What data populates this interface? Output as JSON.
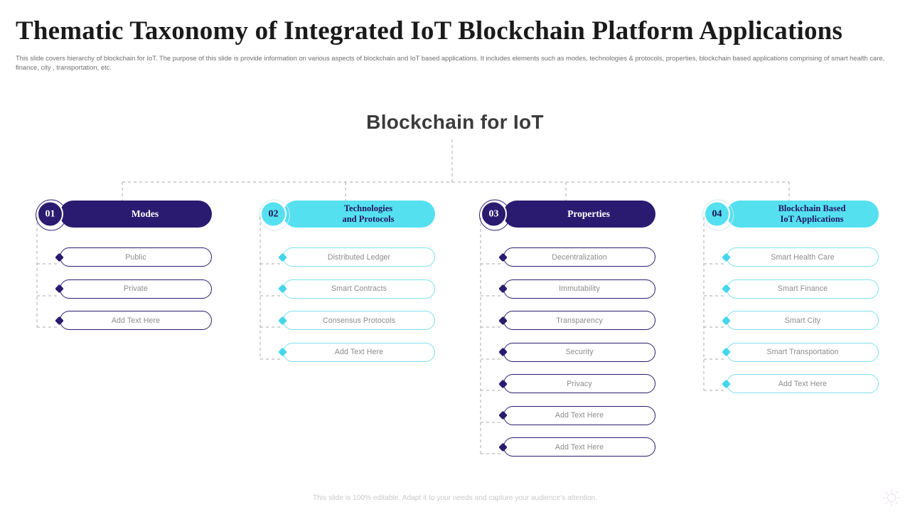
{
  "header": {
    "title": "Thematic Taxonomy of Integrated IoT Blockchain Platform Applications",
    "subtitle": "This slide covers hierarchy of blockchain for IoT.  The purpose of this slide is provide information on various aspects of blockchain and IoT based applications. It includes elements such as modes, technologies & protocols, properties, blockchain based applications comprising of smart health care, finance, city , transportation, etc."
  },
  "root": {
    "label": "Blockchain for IoT"
  },
  "colors": {
    "navy": "#2b1b70",
    "cyan": "#55e0f0",
    "item_border_cyan": "#7fe0ef",
    "item_text": "#8b8b8b",
    "connector": "#a9a9a9",
    "title_text": "#1a1a1a",
    "subtitle_text": "#6f6f6f",
    "footer_text": "#c9c9c9"
  },
  "columns": [
    {
      "number": "01",
      "title": "Modes",
      "theme": "navy",
      "items": [
        "Public",
        "Private",
        "Add Text Here"
      ]
    },
    {
      "number": "02",
      "title": "Technologies\nand Protocols",
      "theme": "cyan",
      "items": [
        "Distributed Ledger",
        "Smart Contracts",
        "Consensus Protocols",
        "Add Text Here"
      ]
    },
    {
      "number": "03",
      "title": "Properties",
      "theme": "navy",
      "items": [
        "Decentralization",
        "Immutability",
        "Transparency",
        "Security",
        "Privacy",
        "Add Text Here",
        "Add Text Here"
      ]
    },
    {
      "number": "04",
      "title": "Blockchain Based\nIoT Applications",
      "theme": "cyan",
      "items": [
        "Smart Health Care",
        "Smart Finance",
        "Smart City",
        "Smart Transportation",
        "Add Text Here"
      ]
    }
  ],
  "footer": {
    "note": "This slide is 100% editable. Adapt it to your needs and capture your audience's attention."
  }
}
